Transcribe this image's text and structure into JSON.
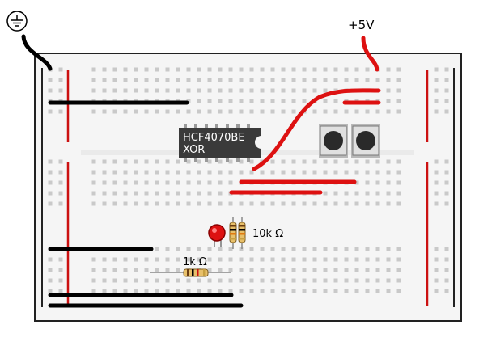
{
  "labels": {
    "supply": "+5V",
    "resistor_top": "10k Ω",
    "resistor_bottom": "1k Ω"
  },
  "chip": {
    "part": "HCF4070BE",
    "function": "XOR"
  },
  "symbols": {
    "ground": "ground-icon"
  },
  "colors": {
    "board": "#f5f5f5",
    "board_border": "#222222",
    "rail_red": "#cc1111",
    "hole": "#c9c9c9",
    "wire_black": "#000000",
    "wire_red": "#dd1111",
    "chip": "#3a3a3a",
    "button_body": "#e0e0e0",
    "button_cap": "#2a2a2a",
    "led": "#dd1111",
    "resistor_body": "#e8c06a"
  }
}
